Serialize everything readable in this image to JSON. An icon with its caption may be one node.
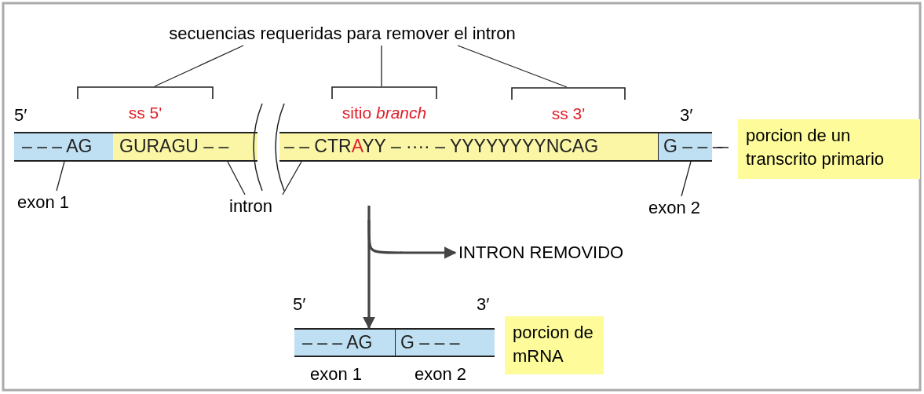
{
  "diagram": {
    "nodes": [
      {
        "text": [
          "secuencias requeridas para remover el intron"
        ]
      },
      {
        "text": [],
        "shape": "bracket",
        "beside": [
          "ss 5'"
        ]
      },
      {
        "text": [],
        "shape": "bracket",
        "beside": [
          "sitio *branch*"
        ]
      },
      {
        "text": [],
        "shape": "bracket",
        "beside": [
          "ss 3'"
        ]
      },
      {
        "text": [
          "– – – AG"
        ]
      },
      {
        "text": [
          "GURAGU – –"
        ]
      },
      {
        "text": [
          "– – CTR",
          "A",
          "YY – ···· – YYYYYYYYNCAG"
        ]
      },
      {
        "text": [
          "G – – –"
        ]
      },
      {
        "text": [
          "porcion de un transcrito primario"
        ]
      },
      {
        "text": [
          "exon 1"
        ]
      },
      {
        "text": [
          "intron"
        ]
      },
      {
        "text": [
          "exon 2"
        ]
      },
      {
        "text": [
          "INTRON REMOVIDO"
        ]
      },
      {
        "text": [
          "– – – AG"
        ]
      },
      {
        "text": [
          "G – – –"
        ]
      },
      {
        "text": [
          "porcion de mRNA"
        ]
      }
    ],
    "edges": [
      {
        "from": 0,
        "to": 1,
        "arrow": "none"
      },
      {
        "from": 0,
        "to": 2,
        "arrow": "none"
      },
      {
        "from": 0,
        "to": 3,
        "arrow": "none"
      },
      {
        "from": 9,
        "to": 4,
        "arrow": "none"
      },
      {
        "from": 10,
        "to": 5,
        "arrow": "none"
      },
      {
        "from": 10,
        "to": 6,
        "arrow": "none"
      },
      {
        "from": 11,
        "to": 7,
        "arrow": "none"
      },
      {
        "from": null,
        "to": 13,
        "arrow": "to",
        "style": "thick",
        "color": "#444444"
      },
      {
        "from": null,
        "to": 12,
        "arrow": "to",
        "style": "thick",
        "color": "#444444"
      }
    ],
    "labels": [
      "5′",
      "3′",
      "5′",
      "3′",
      "exon 1",
      "exon 2"
    ]
  }
}
